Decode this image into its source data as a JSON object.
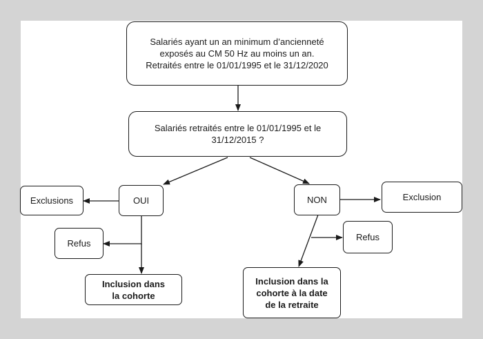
{
  "diagram": {
    "nodes": {
      "start": "Salariés ayant un an minimum d’ancienneté\nexposés au CM 50 Hz au moins un an.\nRetraités entre le 01/01/1995 et le 31/12/2020",
      "question": "Salariés retraités entre le 01/01/1995 et le\n31/12/2015 ?",
      "yes": "OUI",
      "no": "NON",
      "exclusions_left": "Exclusions",
      "refus_left": "Refus",
      "inclusion_left": "Inclusion dans\nla cohorte",
      "exclusion_right": "Exclusion",
      "refus_right": "Refus",
      "inclusion_right": "Inclusion dans la\ncohorte à la date\nde la retraite"
    },
    "edges": [
      {
        "from": "start",
        "to": "question"
      },
      {
        "from": "question",
        "to": "yes"
      },
      {
        "from": "question",
        "to": "no"
      },
      {
        "from": "yes",
        "to": "exclusions_left"
      },
      {
        "from": "yes",
        "to": "refus_left"
      },
      {
        "from": "yes",
        "to": "inclusion_left"
      },
      {
        "from": "no",
        "to": "exclusion_right"
      },
      {
        "from": "no",
        "to": "refus_right"
      },
      {
        "from": "no",
        "to": "inclusion_right"
      }
    ]
  }
}
